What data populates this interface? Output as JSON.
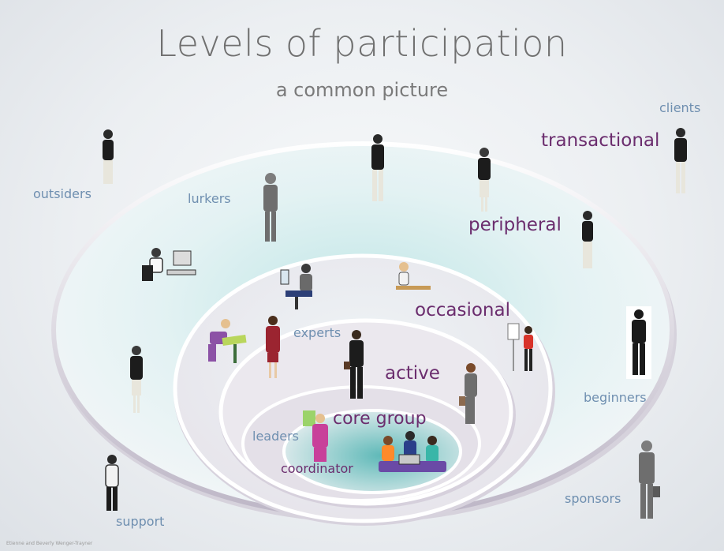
{
  "title": "Levels of participation",
  "subtitle": "a common picture",
  "level_labels": {
    "transactional": "transactional",
    "peripheral": "peripheral",
    "occasional": "occasional",
    "active": "active",
    "core_group": "core group"
  },
  "role_labels": {
    "clients": "clients",
    "outsiders": "outsiders",
    "lurkers": "lurkers",
    "experts": "experts",
    "beginners": "beginners",
    "leaders": "leaders",
    "coordinator": "coordinator",
    "support": "support",
    "sponsors": "sponsors"
  },
  "footer": "Etienne and Beverly Wenger-Trayner",
  "colors": {
    "purple_label": "#6b2d6e",
    "blue_label": "#6f8fb0",
    "ring_fill": "#dff1f2",
    "ring_edge": "#c9c3d0"
  }
}
